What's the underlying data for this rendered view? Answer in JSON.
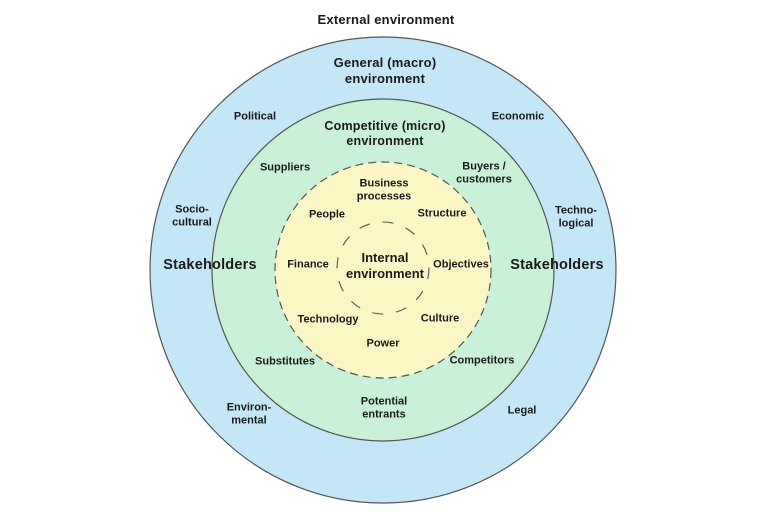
{
  "title": "External environment",
  "colors": {
    "macro_fill": "#c4e7f7",
    "micro_fill": "#c9f1d8",
    "internal_fill": "#faf7c5",
    "stroke": "#555555"
  },
  "macro": {
    "name": "General (macro)\nenvironment",
    "stakeholders_left": "Stakeholders",
    "stakeholders_right": "Stakeholders",
    "factors": {
      "political": "Political",
      "economic": "Economic",
      "sociocultural": "Socio-\ncultural",
      "technological": "Techno-\nlogical",
      "environmental": "Environ-\nmental",
      "legal": "Legal"
    }
  },
  "micro": {
    "name": "Competitive (micro)\nenvironment",
    "factors": {
      "suppliers": "Suppliers",
      "buyers_customers": "Buyers /\ncustomers",
      "substitutes": "Substitutes",
      "competitors": "Competitors",
      "potential_entrants": "Potential\nentrants"
    }
  },
  "internal": {
    "name": "Internal\nenvironment",
    "factors": {
      "business_processes": "Business\nprocesses",
      "people": "People",
      "structure": "Structure",
      "finance": "Finance",
      "objectives": "Objectives",
      "technology": "Technology",
      "culture": "Culture",
      "power": "Power"
    }
  }
}
